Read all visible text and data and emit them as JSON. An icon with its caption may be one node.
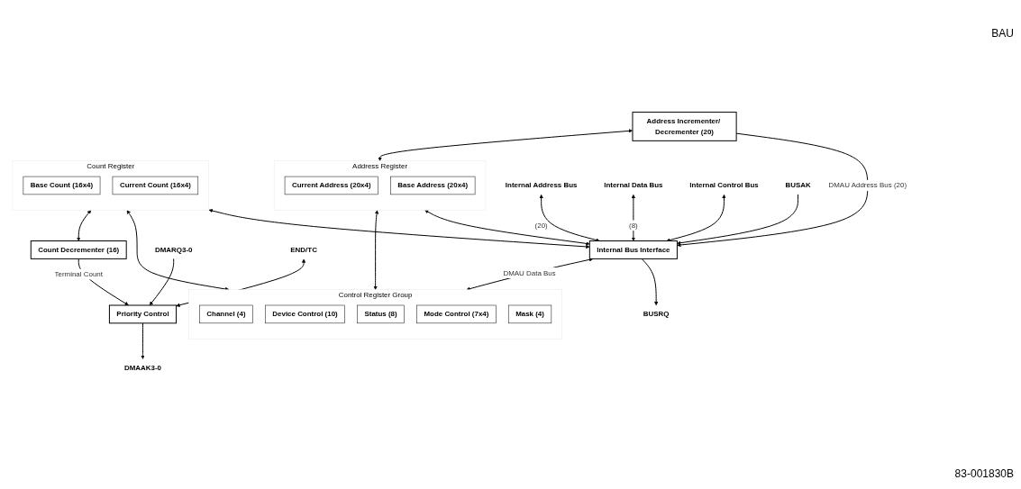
{
  "diagram": {
    "nodes": [
      {
        "text": [
          "Internal Address Bus"
        ]
      },
      {
        "text": [
          "Internal Data Bus"
        ]
      },
      {
        "text": [
          "Internal Control Bus"
        ]
      },
      {
        "text": [
          "BUSRQ"
        ]
      },
      {
        "text": [
          "BUSAK"
        ]
      },
      {
        "text": [
          "Internal Bus Interface"
        ]
      },
      {
        "text": [
          "Address Incrementer/ Decrementer (20)"
        ]
      },
      {
        "text": [
          "Address Register"
        ]
      },
      {
        "text": [
          "Current Address (20x4)"
        ],
        "in": 7
      },
      {
        "text": [
          "Base Address (20x4)"
        ],
        "in": 7
      },
      {
        "text": [
          "Control Register Group"
        ]
      },
      {
        "text": [
          "Channel (4)"
        ],
        "in": 10
      },
      {
        "text": [
          "Device Control (10)"
        ],
        "in": 10
      },
      {
        "text": [
          "Status (8)"
        ],
        "in": 10
      },
      {
        "text": [
          "Mode Control (7x4)"
        ],
        "in": 10
      },
      {
        "text": [
          "Mask (4)"
        ],
        "in": 10
      },
      {
        "text": [
          "Count Register"
        ]
      },
      {
        "text": [
          "Base Count (16x4)"
        ],
        "in": 16
      },
      {
        "text": [
          "Current Count (16x4)"
        ],
        "in": 16
      },
      {
        "text": [
          "Count Decrementer (16)"
        ]
      },
      {
        "text": [
          "DMARQ3-0"
        ]
      },
      {
        "text": [
          "DMAAK3-0"
        ]
      },
      {
        "text": [
          "Priority Control"
        ]
      },
      {
        "text": [
          "END/TC"
        ]
      }
    ],
    "edges": [
      {
        "from": 0,
        "to": 5,
        "arrow": "both",
        "label": "(20)"
      },
      {
        "from": 1,
        "to": 5,
        "arrow": "both",
        "label": "(8)"
      },
      {
        "from": 2,
        "to": 5,
        "arrow": "both"
      },
      {
        "from": 5,
        "to": 3,
        "arrow": "to"
      },
      {
        "from": 4,
        "to": 5,
        "arrow": "to"
      },
      {
        "from": 6,
        "to": 5,
        "arrow": "to",
        "label": "DMAU Address Bus (20)"
      },
      {
        "from": 6,
        "to": 7,
        "arrow": "both"
      },
      {
        "from": 5,
        "to": 10,
        "arrow": "both",
        "label": "DMAU Data Bus"
      },
      {
        "from": 7,
        "to": 5,
        "arrow": "both"
      },
      {
        "from": 7,
        "to": 10,
        "arrow": "both"
      },
      {
        "from": 16,
        "to": 5,
        "arrow": "both"
      },
      {
        "from": 16,
        "to": 10,
        "arrow": "both"
      },
      {
        "from": 16,
        "to": 19,
        "arrow": "both"
      },
      {
        "from": 19,
        "to": 22,
        "arrow": "to",
        "label": "Terminal Count"
      },
      {
        "from": 20,
        "to": 22,
        "arrow": "to"
      },
      {
        "from": 22,
        "to": 21,
        "arrow": "to"
      },
      {
        "from": 23,
        "to": 22,
        "arrow": "both"
      }
    ],
    "labels": [
      "BAU",
      "83-001830B"
    ]
  }
}
